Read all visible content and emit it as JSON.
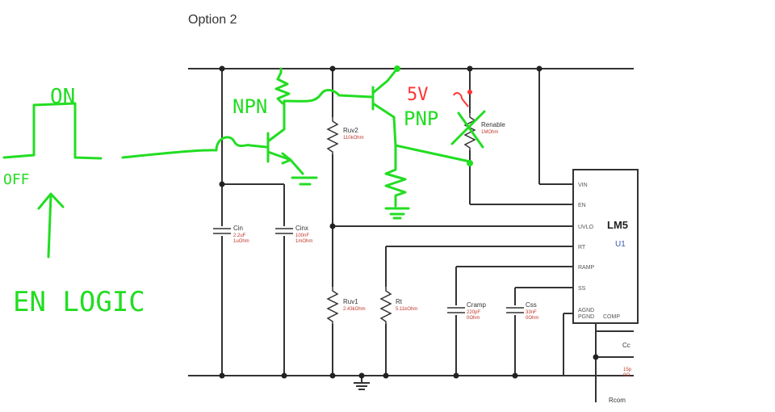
{
  "heading": "Option 2",
  "components": {
    "ruv2": {
      "name": "Ruv2",
      "value": "110kOhm"
    },
    "ruv1": {
      "name": "Ruv1",
      "value": "2.43kOhm"
    },
    "rt": {
      "name": "Rt",
      "value": "5.11kOhm"
    },
    "cin": {
      "name": "Cin",
      "value1": "2.2uF",
      "value2": "1uOhm"
    },
    "cinx": {
      "name": "Cinx",
      "value1": "100nF",
      "value2": "1mOhm"
    },
    "cramp": {
      "name": "Cramp",
      "value1": "220pF",
      "value2": "0Ohm"
    },
    "css": {
      "name": "Css",
      "value1": "33nF",
      "value2": "0Ohm"
    },
    "renable": {
      "name": "Renable",
      "value": "1MOhm"
    },
    "cc": {
      "name": "Cc",
      "value1": "15p",
      "value2": "0O"
    },
    "rcomp": {
      "name": "Rcom"
    }
  },
  "ic": {
    "name": "LM5",
    "ref": "U1",
    "pins": [
      "VIN",
      "EN",
      "UVLO",
      "RT",
      "RAMP",
      "SS",
      "AGND",
      "PGND",
      "COMP"
    ]
  },
  "annotations": {
    "on": "ON",
    "off": "OFF",
    "en_logic": "EN LOGIC",
    "npn": "NPN",
    "pnp": "PNP",
    "five_v": "5V"
  },
  "colors": {
    "wire": "#333333",
    "annotation": "#22dd22",
    "annotation_red": "#ff3333",
    "value_text": "#c0392b"
  }
}
